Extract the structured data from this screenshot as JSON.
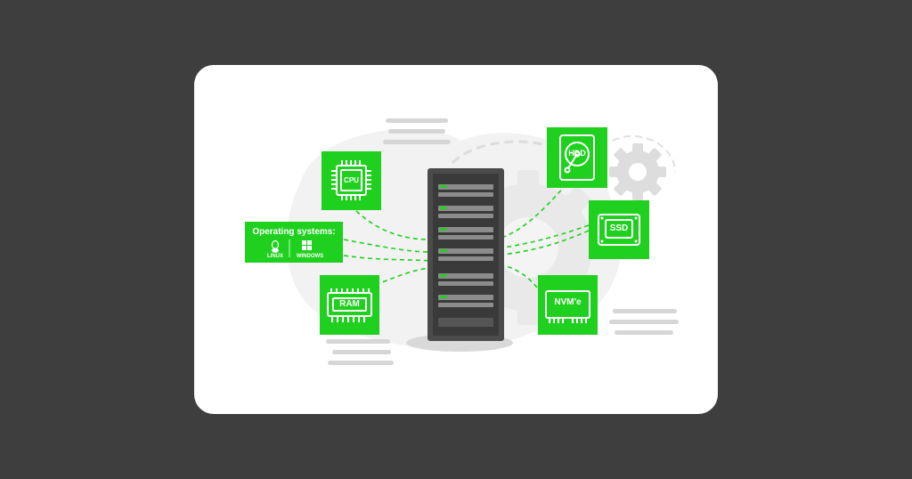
{
  "os": {
    "title": "Operating systems:",
    "linux": "LINUX",
    "windows": "WINDOWS"
  },
  "components": {
    "cpu": "CPU",
    "ram": "RAM",
    "hdd": "HDD",
    "ssd": "SSD",
    "nvme": "NVM'e"
  },
  "colors": {
    "background": "#3e3e3e",
    "card": "#ffffff",
    "accent": "#1fd01f",
    "rack": "#4b4b4b"
  }
}
